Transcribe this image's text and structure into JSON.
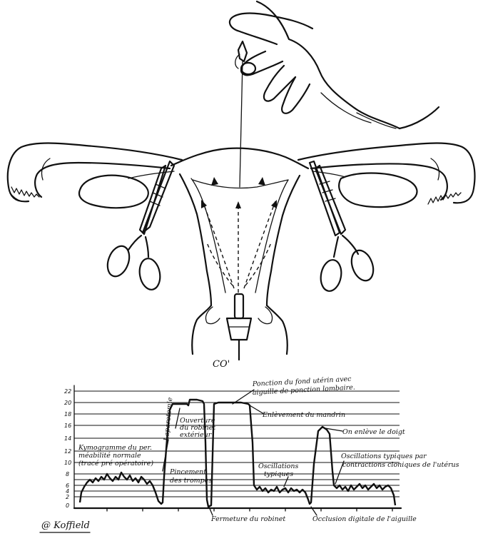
{
  "labels": {
    "co2": "CO'",
    "signature": "@ Koffield"
  },
  "chart": {
    "y_ticks": [
      "22",
      "20",
      "18",
      "16",
      "14",
      "12",
      "10",
      "8",
      "6",
      "4",
      "2",
      "0"
    ],
    "annotations": {
      "puncture_line1": "Ponction du fond utérin avec",
      "puncture_line2": "aiguille de ponction lombaire.",
      "mandrin": "Enlèvement du mandrin",
      "finger": "On enlève le doigt",
      "typical_line1": "Oscillations typiques par",
      "typical_line2": "contractions cloniques de l'utérus",
      "kymo_line1": "Kymogramme du per.",
      "kymo_line2": "méabilité normale",
      "kymo_line3": "(tracé pré opératoire)",
      "laparotomy": "Laparotomie",
      "valve_line1": "Ouverture",
      "valve_line2": "du robinet",
      "valve_line3": "extérieur",
      "pinch_line1": "Pincement",
      "pinch_line2": "des trompes",
      "osc_line1": "Oscillations",
      "osc_line2": "typiques",
      "closure": "Fermeture du robinet",
      "occlusion": "Occlusion digitale de l'aiguille"
    }
  }
}
